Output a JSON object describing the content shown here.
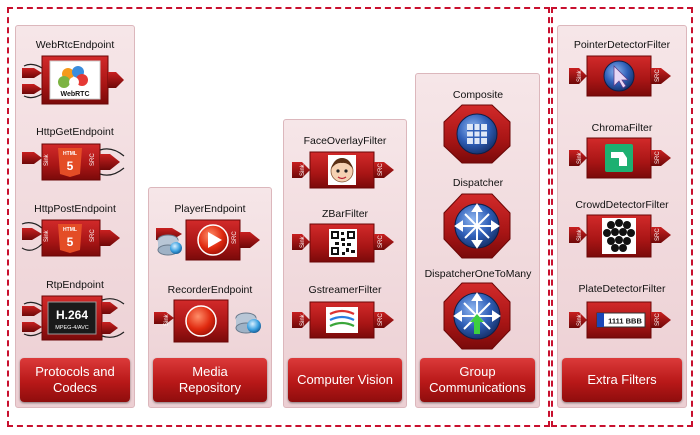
{
  "groups": [
    {
      "label": "Protocols and\nCodecs",
      "elements": [
        "WebRtcEndpoint",
        "HttpGetEndpoint",
        "HttpPostEndpoint",
        "RtpEndpoint"
      ]
    },
    {
      "label": "Media\nRepository",
      "elements": [
        "PlayerEndpoint",
        "RecorderEndpoint"
      ]
    },
    {
      "label": "Computer Vision",
      "elements": [
        "FaceOverlayFilter",
        "ZBarFilter",
        "GstreamerFilter"
      ]
    },
    {
      "label": "Group\nCommunications",
      "elements": [
        "Composite",
        "Dispatcher",
        "DispatcherOneToMany"
      ]
    },
    {
      "label": "Extra Filters",
      "elements": [
        "PointerDetectorFilter",
        "ChromaFilter",
        "CrowdDetectorFilter",
        "PlateDetectorFilter"
      ]
    }
  ],
  "pad_labels": {
    "sink": "Sink",
    "src": "SRC"
  },
  "icon_texts": {
    "webrtc": "WebRTC",
    "html5": "HTML",
    "h264_big": "H.264",
    "h264_small": "MPEG-4/AVC",
    "plate": "1111 BBB"
  },
  "colors": {
    "brand_red": "#b81818",
    "panel_pink": "#f2dadd",
    "dashed": "#c8102e"
  }
}
